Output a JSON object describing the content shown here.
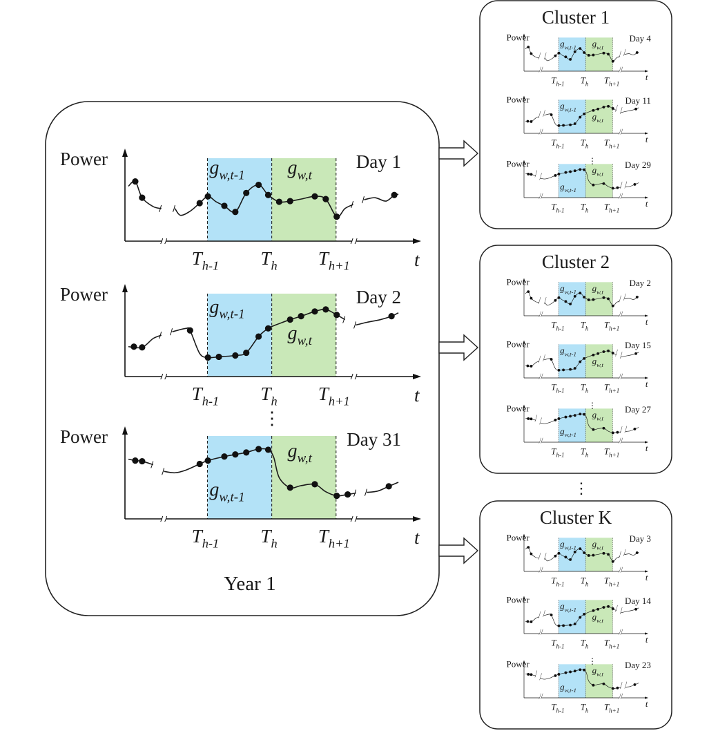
{
  "year_panel": {
    "footer": "Year 1",
    "vdots": "⋮",
    "days": [
      {
        "day_label": "Day 1",
        "curve": "d1"
      },
      {
        "day_label": "Day 2",
        "curve": "d2"
      },
      {
        "day_label": "Day 31",
        "curve": "d3"
      }
    ]
  },
  "common": {
    "y_label": "Power",
    "x_label": "t",
    "tick_prev": {
      "base": "T",
      "sub": "h-1"
    },
    "tick_curr": {
      "base": "T",
      "sub": "h"
    },
    "tick_next": {
      "base": "T",
      "sub": "h+1"
    },
    "segment_prev": {
      "base": "g",
      "sub": "w,t-1"
    },
    "segment_curr": {
      "base": "g",
      "sub": "w,t"
    }
  },
  "clusters": [
    {
      "title": "Cluster 1",
      "days": [
        {
          "day_label": "Day 4",
          "curve": "d1"
        },
        {
          "day_label": "Day 11",
          "curve": "d2"
        },
        {
          "day_label": "Day 29",
          "curve": "d3"
        }
      ]
    },
    {
      "title": "Cluster 2",
      "days": [
        {
          "day_label": "Day 2",
          "curve": "d1"
        },
        {
          "day_label": "Day 15",
          "curve": "d2"
        },
        {
          "day_label": "Day 27",
          "curve": "d3"
        }
      ]
    },
    {
      "title": "Cluster K",
      "days": [
        {
          "day_label": "Day 3",
          "curve": "d1"
        },
        {
          "day_label": "Day 14",
          "curve": "d2"
        },
        {
          "day_label": "Day 23",
          "curve": "d3"
        }
      ]
    }
  ],
  "cluster_vdots": "⋮",
  "colors": {
    "blue_segment": "#b3e2f7",
    "green_segment": "#c9e8b8",
    "line": "#1a1a1a",
    "frame": "#222222"
  }
}
